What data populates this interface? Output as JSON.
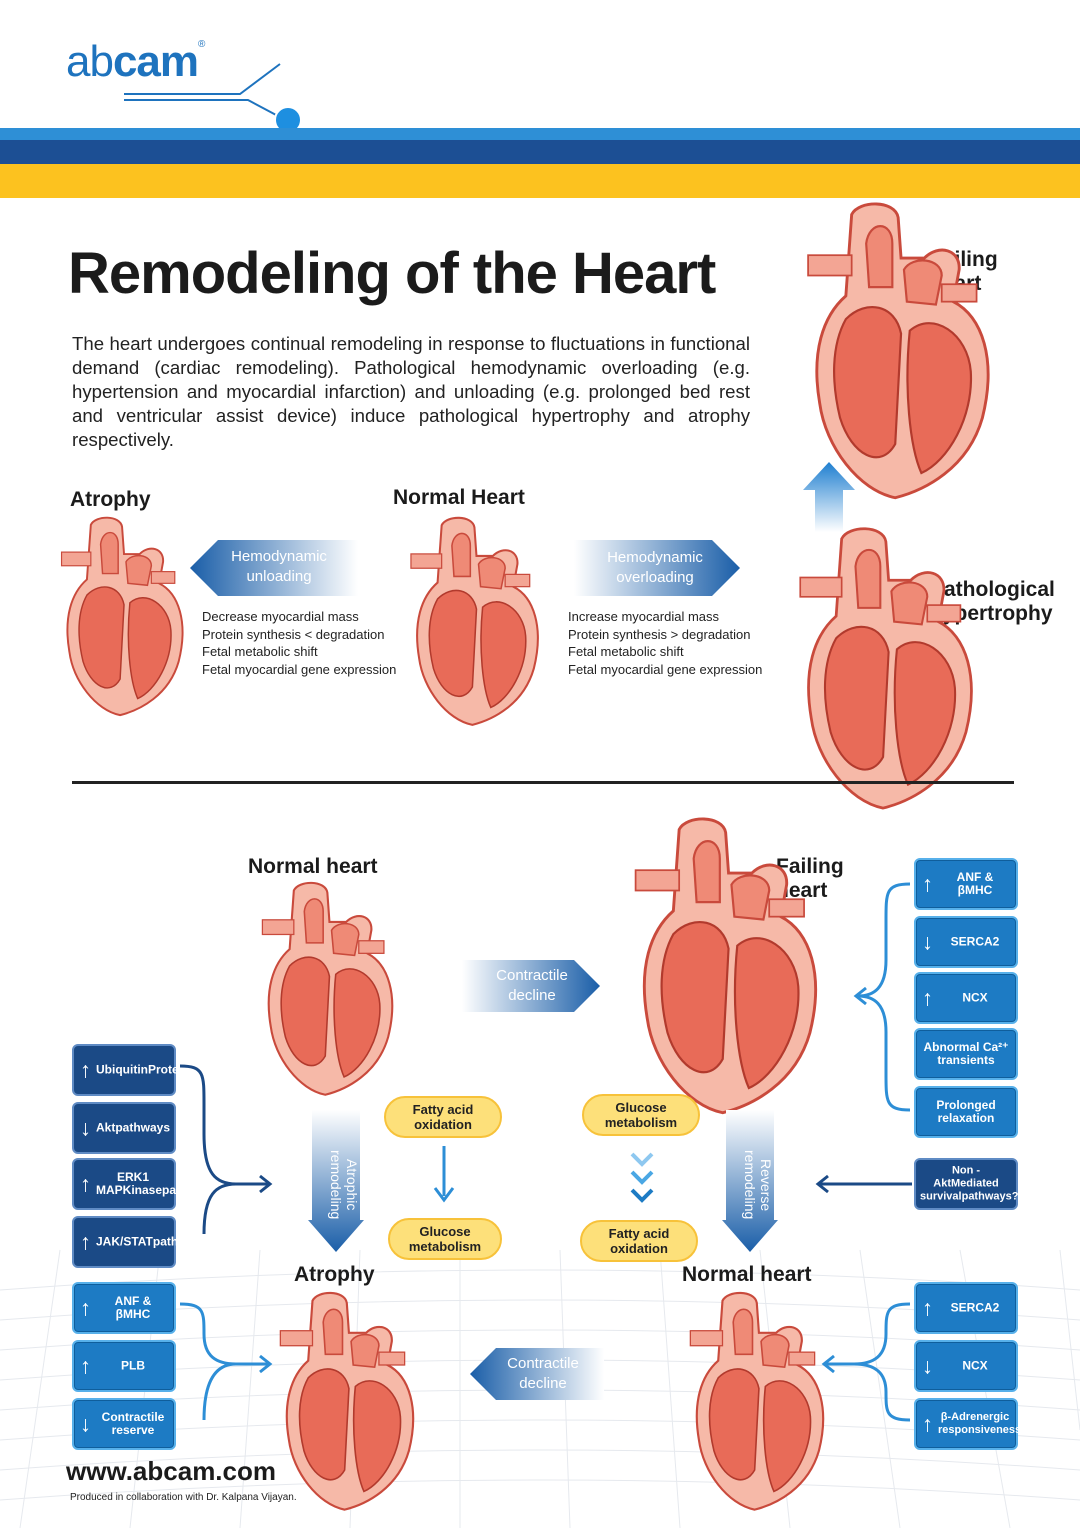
{
  "header": {
    "logo_light": "ab",
    "logo_bold": "cam",
    "logo_mark": "®"
  },
  "title": "Remodeling of the Heart",
  "intro": "The heart undergoes continual remodeling in response to fluctuations in functional demand (cardiac remodeling). Pathological hemodynamic overloading (e.g. hypertension and myocardial infarction) and unloading (e.g. prolonged bed rest and ventricular assist device) induce pathological hypertrophy and atrophy respectively.",
  "top": {
    "atrophy_label": "Atrophy",
    "normal_label": "Normal Heart",
    "failing_label_1": "Failing",
    "failing_label_2": "heart",
    "patho_label_1": "Pathological",
    "patho_label_2": "hypertrophy",
    "unloading_1": "Hemodynamic",
    "unloading_2": "unloading",
    "overloading_1": "Hemodynamic",
    "overloading_2": "overloading",
    "decrease_list": [
      "Decrease myocardial mass",
      "Protein synthesis < degradation",
      "Fetal metabolic shift",
      "Fetal myocardial gene expression"
    ],
    "increase_list": [
      "Increase myocardial mass",
      "Protein synthesis > degradation",
      "Fetal metabolic shift",
      "Fetal myocardial gene expression"
    ]
  },
  "bottom": {
    "normal_heart_top": "Normal heart",
    "failing_1": "Failing",
    "failing_2": "heart",
    "atrophy": "Atrophy",
    "normal_heart_bottom": "Normal heart",
    "contractile_1": "Contractile",
    "contractile_2": "decline",
    "atrophic": "Atrophic remodeling",
    "reverse": "Reverse remodeling",
    "fatty_acid_1": "Fatty acid",
    "fatty_acid_2": "oxidation",
    "glucose_1": "Glucose",
    "glucose_2": "metabolism",
    "left_boxes": [
      {
        "arrow": "↑",
        "lines": [
          "Ubiquitin",
          "Proteosome",
          "pathway"
        ]
      },
      {
        "arrow": "↓",
        "lines": [
          "Akt",
          "pathways"
        ]
      },
      {
        "arrow": "↑",
        "lines": [
          "ERK1 MAP",
          "Kinase",
          "pathway"
        ]
      },
      {
        "arrow": "↑",
        "lines": [
          "JAK/STAT",
          "pathway"
        ]
      }
    ],
    "left_lower_boxes": [
      {
        "arrow": "↑",
        "lines": [
          "ANF &",
          "βMHC"
        ]
      },
      {
        "arrow": "↑",
        "lines": [
          "PLB"
        ]
      },
      {
        "arrow": "↓",
        "lines": [
          "Contractile",
          "reserve"
        ]
      }
    ],
    "right_boxes": [
      {
        "arrow": "↑",
        "lines": [
          "ANF &",
          "βMHC"
        ]
      },
      {
        "arrow": "↓",
        "lines": [
          "SERCA2"
        ]
      },
      {
        "arrow": "↑",
        "lines": [
          "NCX"
        ]
      },
      {
        "arrow": "",
        "lines": [
          "Abnormal Ca²⁺",
          "transients"
        ]
      },
      {
        "arrow": "",
        "lines": [
          "Prolonged",
          "relaxation"
        ]
      }
    ],
    "non_akt": [
      "Non - Akt",
      "Mediated survival",
      "pathways?"
    ],
    "right_lower_boxes": [
      {
        "arrow": "↑",
        "lines": [
          "SERCA2"
        ]
      },
      {
        "arrow": "↓",
        "lines": [
          "NCX"
        ]
      },
      {
        "arrow": "↑",
        "lines": [
          "β-Adrenergic",
          "responsiveness"
        ]
      }
    ]
  },
  "footer": {
    "url": "www.abcam.com",
    "credit": "Produced in collaboration with Dr. Kalpana Vijayan."
  },
  "colors": {
    "brand_blue": "#1e73be",
    "navy": "#1c4f94",
    "yellow": "#fcc21f",
    "heart_red": "#e86b58",
    "heart_pink": "#f6b9a8"
  }
}
